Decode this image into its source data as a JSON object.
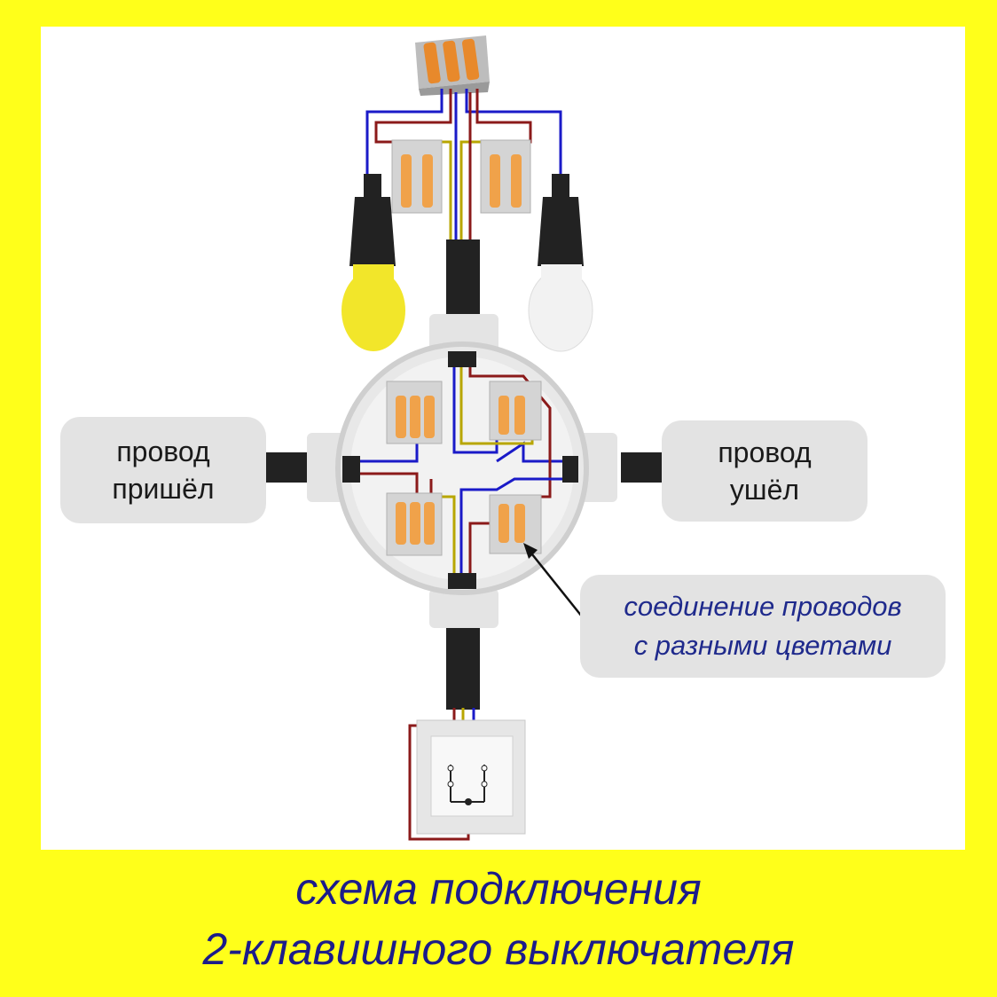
{
  "labels": {
    "wire_in": [
      "провод",
      "пришёл"
    ],
    "wire_out": [
      "провод",
      "ушёл"
    ],
    "note": [
      "соединение проводов",
      "с разными цветами"
    ]
  },
  "caption": [
    "схема подключения",
    "2-клавишного выключателя"
  ],
  "colors": {
    "background": "#ffff1a",
    "panel": "#ffffff",
    "wire_blue": "#1a1ac8",
    "wire_brown": "#8b1a1a",
    "wire_yellow_green": "#b8a600",
    "cable": "#222222",
    "bulb_yellow": "#f2e62a",
    "bulb_white": "#f2f2f2",
    "connector_orange": "#f0a24a",
    "caption_text": "#1c1c8a"
  }
}
